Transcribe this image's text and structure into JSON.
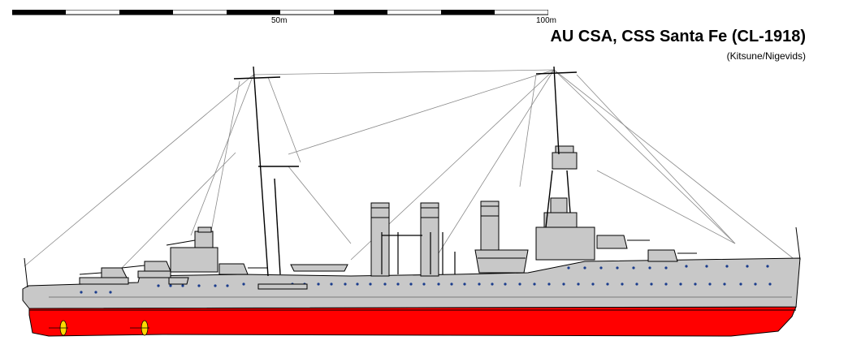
{
  "title": "AU CSA, CSS Santa Fe (CL-1918)",
  "credit": "(Kitsune/Nigevids)",
  "scale": {
    "mid_label": "50m",
    "end_label": "100m"
  },
  "colors": {
    "hull_grey": "#c0c0c0",
    "waterline_red": "#ff0000",
    "outline": "#000000",
    "porthole_blue": "#1a3c8c",
    "propeller_yellow": "#ffd700",
    "rigging": "#808080"
  }
}
